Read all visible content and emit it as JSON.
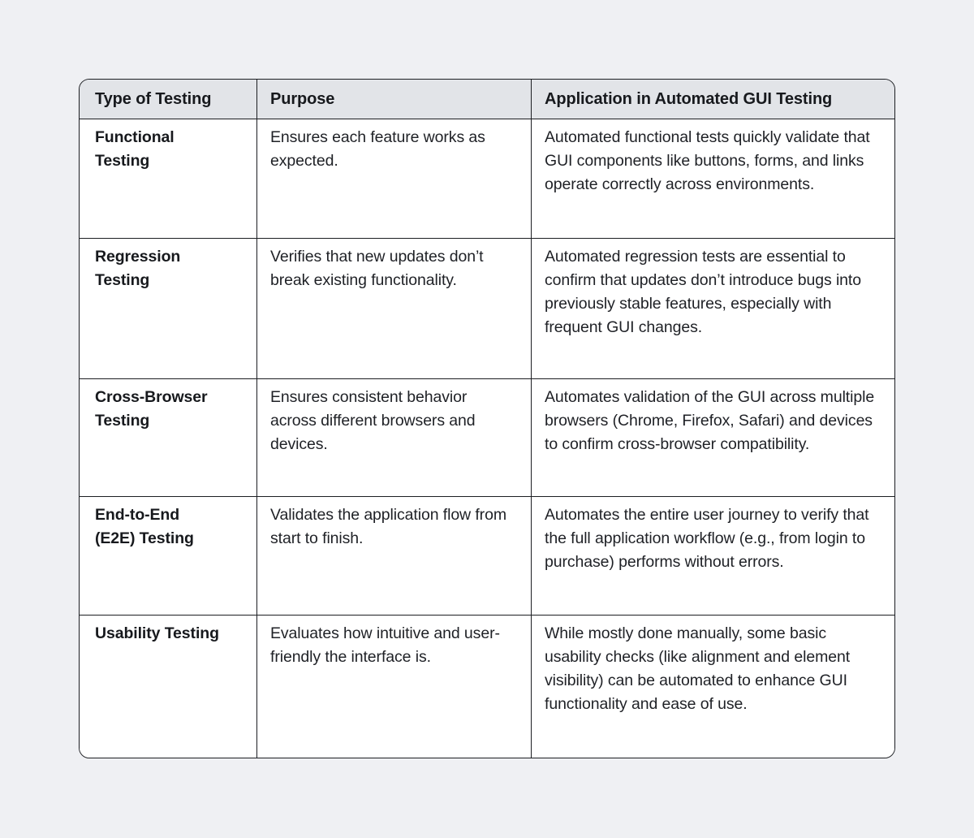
{
  "page": {
    "background_color": "#eff0f3",
    "header_bg_color": "#e2e4e8",
    "border_color": "#1c1e22",
    "cell_bg_color": "#ffffff",
    "text_color": "#1f2126"
  },
  "table": {
    "columns": [
      "Type of Testing",
      "Purpose",
      "Application in Automated GUI Testing"
    ],
    "rows": [
      {
        "type": "Functional\nTesting",
        "purpose": "Ensures each feature works as expected.",
        "application": "Automated functional tests quickly validate that GUI components like buttons, forms, and links operate correctly across environments."
      },
      {
        "type": "Regression\nTesting",
        "purpose": "Verifies that new updates don’t break existing functionality.",
        "application": "Automated regression tests are essential to confirm that updates don’t introduce bugs into previously stable features, especially with frequent GUI changes."
      },
      {
        "type": "Cross-Browser\nTesting",
        "purpose": "Ensures consistent behavior across different browsers and devices.",
        "application": "Automates validation of the GUI across multiple browsers (Chrome, Firefox, Safari) and devices to confirm cross-browser compatibility."
      },
      {
        "type": "End-to-End\n(E2E) Testing",
        "purpose": "Validates the application flow from start to finish.",
        "application": "Automates the entire user journey to verify that the full application workflow (e.g., from login to purchase) performs without errors."
      },
      {
        "type": "Usability Testing",
        "purpose": "Evaluates how intuitive and user-friendly the interface is.",
        "application": "While mostly done manually, some basic usability checks (like alignment and element visibility) can be automated to enhance GUI functionality and ease of use."
      }
    ]
  },
  "chart_data": {
    "type": "table",
    "title": "",
    "columns": [
      "Type of Testing",
      "Purpose",
      "Application in Automated GUI Testing"
    ],
    "rows": [
      [
        "Functional Testing",
        "Ensures each feature works as expected.",
        "Automated functional tests quickly validate that GUI components like buttons, forms, and links operate correctly across environments."
      ],
      [
        "Regression Testing",
        "Verifies that new updates don’t break existing functionality.",
        "Automated regression tests are essential to confirm that updates don’t introduce bugs into previously stable features, especially with frequent GUI changes."
      ],
      [
        "Cross-Browser Testing",
        "Ensures consistent behavior across different browsers and devices.",
        "Automates validation of the GUI across multiple browsers (Chrome, Firefox, Safari) and devices to confirm cross-browser compatibility."
      ],
      [
        "End-to-End (E2E) Testing",
        "Validates the application flow from start to finish.",
        "Automates the entire user journey to verify that the full application workflow (e.g., from login to purchase) performs without errors."
      ],
      [
        "Usability Testing",
        "Evaluates how intuitive and user-friendly the interface is.",
        "While mostly done manually, some basic usability checks (like alignment and element visibility) can be automated to enhance GUI functionality and ease of use."
      ]
    ]
  }
}
